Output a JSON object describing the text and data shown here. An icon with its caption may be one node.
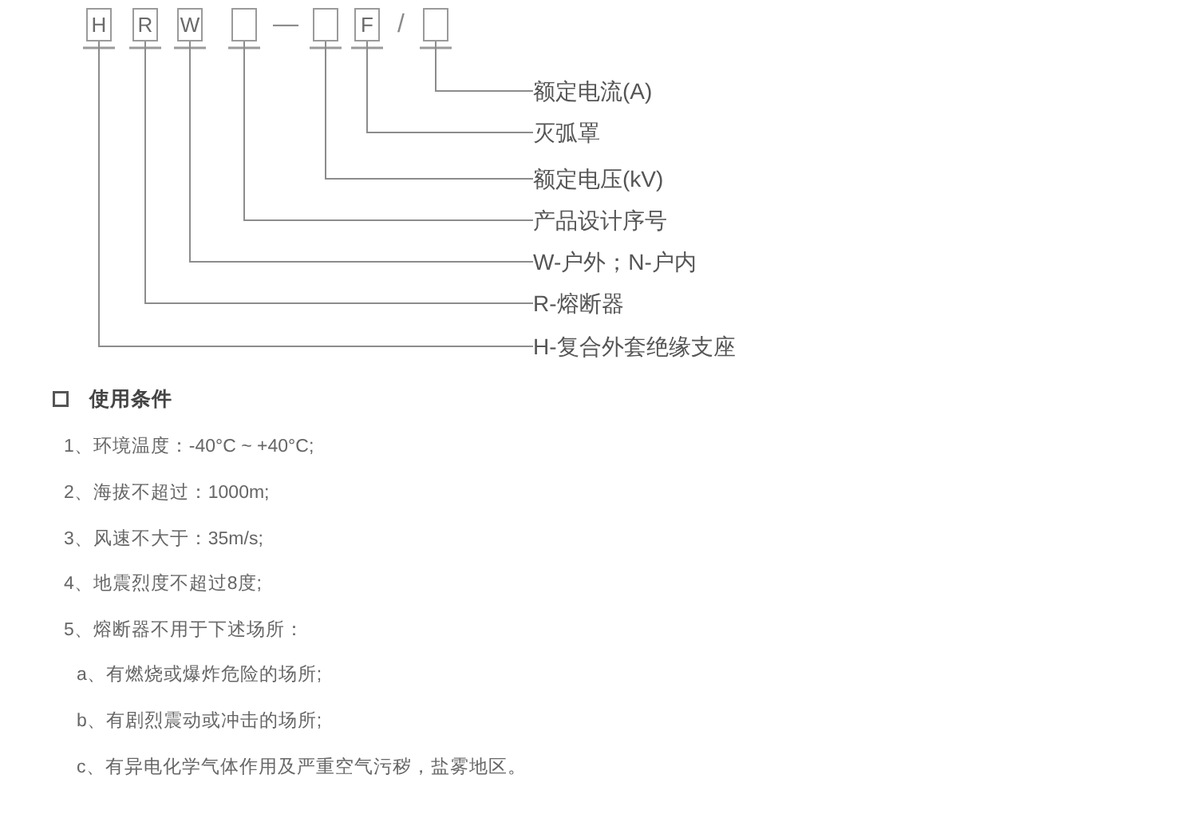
{
  "diagram": {
    "nodes": [
      {
        "text": [
          "H"
        ]
      },
      {
        "text": [
          "R"
        ]
      },
      {
        "text": [
          "W"
        ]
      },
      {
        "text": [],
        "shape": "box"
      },
      {
        "text": [],
        "shape": "box"
      },
      {
        "text": [
          "F"
        ]
      },
      {
        "text": [],
        "shape": "box"
      },
      {
        "text": [
          "额定电流(A)"
        ]
      },
      {
        "text": [
          "灭弧罩"
        ]
      },
      {
        "text": [
          "额定电压(kV)"
        ]
      },
      {
        "text": [
          "产品设计序号"
        ]
      },
      {
        "text": [
          "W-户外；N-户内"
        ]
      },
      {
        "text": [
          "R-熔断器"
        ]
      },
      {
        "text": [
          "H-复合外套绝缘支座"
        ]
      }
    ],
    "edges": [
      {
        "from": 6,
        "to": 7,
        "arrow": "none"
      },
      {
        "from": 5,
        "to": 8,
        "arrow": "none"
      },
      {
        "from": 4,
        "to": 9,
        "arrow": "none"
      },
      {
        "from": 3,
        "to": 10,
        "arrow": "none"
      },
      {
        "from": 2,
        "to": 11,
        "arrow": "none"
      },
      {
        "from": 1,
        "to": 12,
        "arrow": "none"
      },
      {
        "from": 0,
        "to": 13,
        "arrow": "none"
      }
    ],
    "labels": [
      "—",
      "/",
      "使用条件",
      "1、环境温度：-40°C ~ +40°C;",
      "2、海拔不超过：1000m;",
      "3、风速不大于：35m/s;",
      "4、地震烈度不超过8度;",
      "5、熔断器不用于下述场所：",
      "a、有燃烧或爆炸危险的场所;",
      "b、有剧烈震动或冲击的场所;",
      "c、有异电化学气体作用及严重空气污秽，盐雾地区。"
    ]
  }
}
